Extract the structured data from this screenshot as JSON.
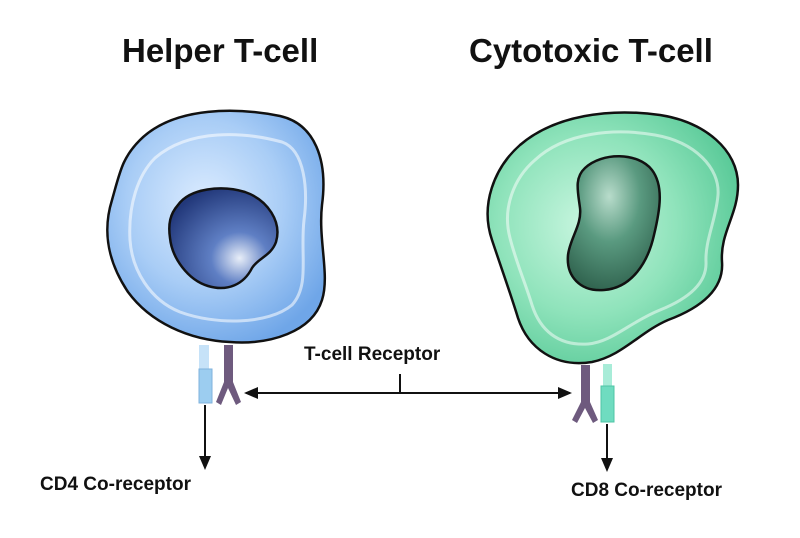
{
  "titles": {
    "left": "Helper T-cell",
    "right": "Cytotoxic T-cell"
  },
  "labels": {
    "tcr": "T-cell Receptor",
    "cd4": "CD4 Co-receptor",
    "cd8": "CD8 Co-receptor"
  },
  "colors": {
    "helper_cell": "#8fbdf2",
    "helper_nucleus": "#2f4d94",
    "cytotoxic_cell": "#7fdcb0",
    "cytotoxic_nucleus": "#3f7a62",
    "receptor": "#6e5a7e",
    "cd4": "#9ccdf0",
    "cd8": "#6fdcc0",
    "outline": "#111111"
  }
}
